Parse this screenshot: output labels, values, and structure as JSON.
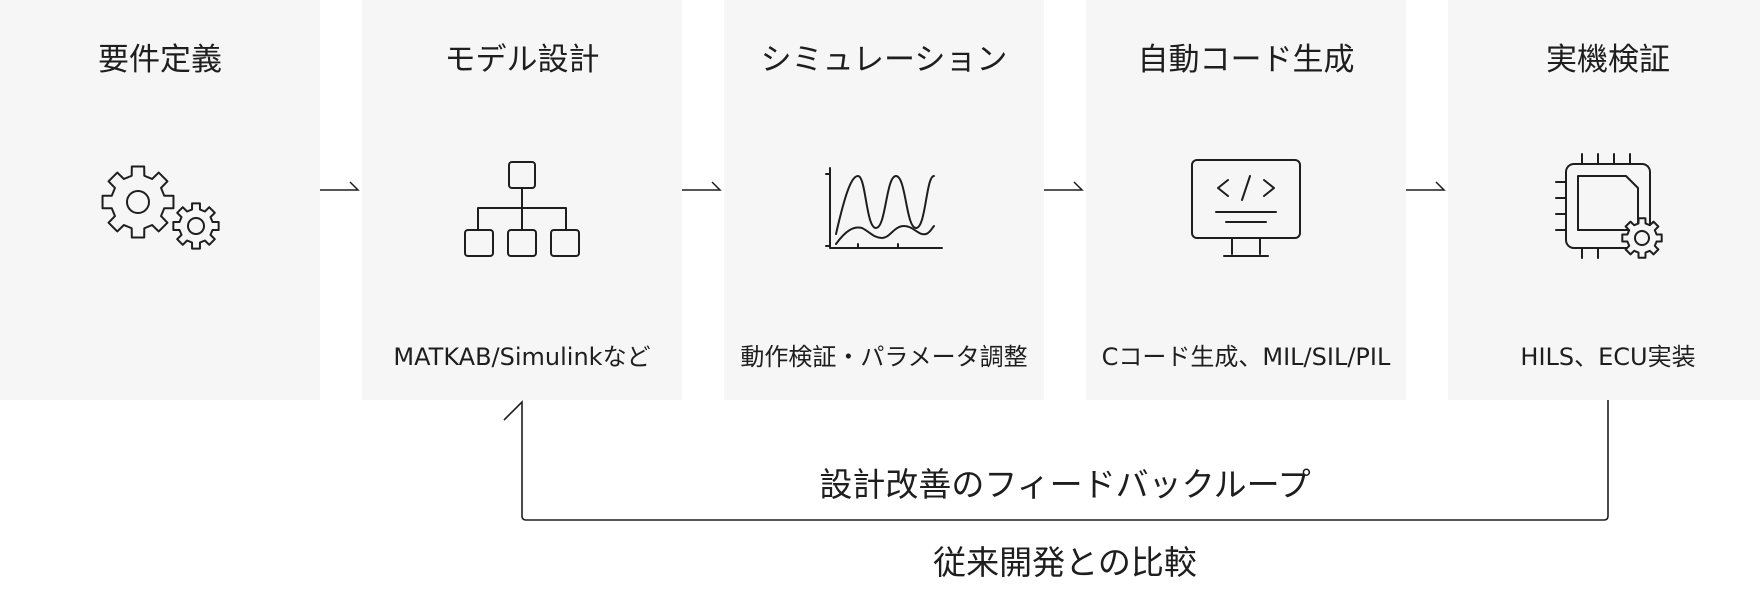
{
  "steps": [
    {
      "title": "要件定義",
      "subtitle": "",
      "icon": "gears-icon"
    },
    {
      "title": "モデル設計",
      "subtitle": "MATKAB/Simulinkなど",
      "icon": "hierarchy-icon"
    },
    {
      "title": "シミュレーション",
      "subtitle": "動作検証・パラメータ調整",
      "icon": "waveform-chart-icon"
    },
    {
      "title": "自動コード生成",
      "subtitle": "Cコード生成、MIL/SIL/PIL",
      "icon": "code-monitor-icon"
    },
    {
      "title": "実機検証",
      "subtitle": "HILS、ECU実装",
      "icon": "chip-gear-icon"
    }
  ],
  "feedback_loop": {
    "label": "設計改善のフィードバックループ"
  },
  "caption": "従来開発との比較",
  "colors": {
    "card_background": "#f6f6f6",
    "stroke": "#1e1e1e",
    "text": "#1e1e1e"
  }
}
